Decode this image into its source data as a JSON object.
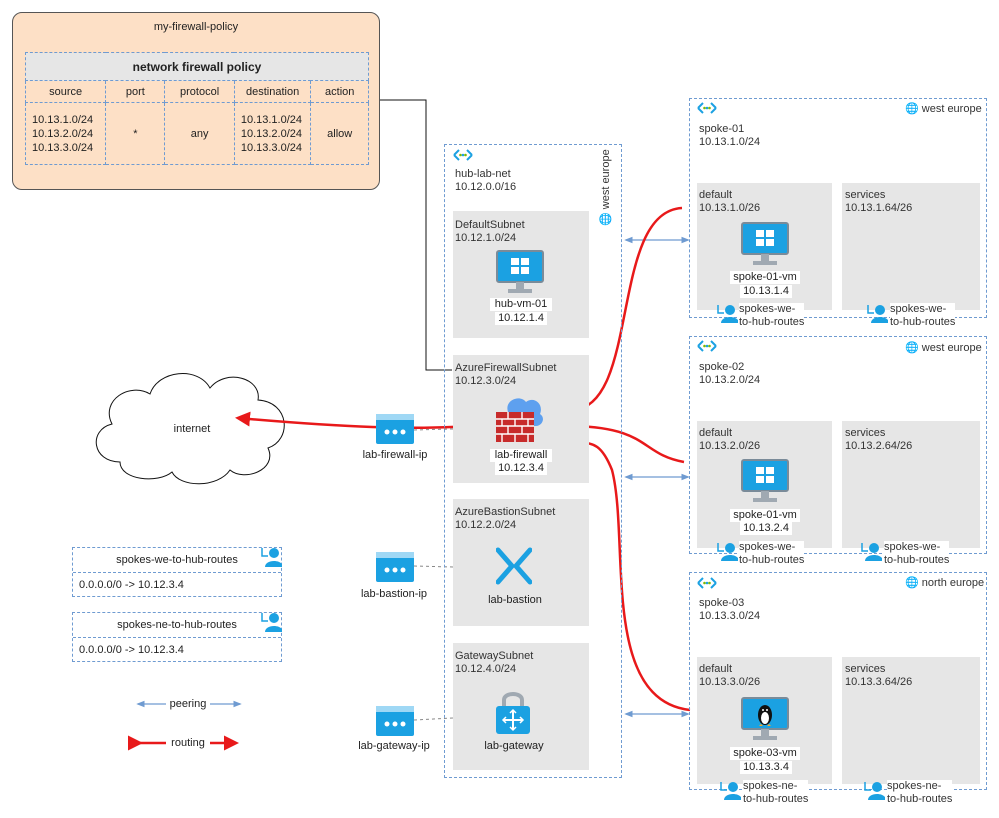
{
  "policy": {
    "title": "my-firewall-policy",
    "table_title": "network firewall policy",
    "columns": [
      "source",
      "port",
      "protocol",
      "destination",
      "action"
    ],
    "row": {
      "source": [
        "10.13.1.0/24",
        "10.13.2.0/24",
        "10.13.3.0/24"
      ],
      "port": "*",
      "protocol": "any",
      "destination": [
        "10.13.1.0/24",
        "10.13.2.0/24",
        "10.13.3.0/24"
      ],
      "action": "allow"
    }
  },
  "hub": {
    "name": "hub-lab-net",
    "cidr": "10.12.0.0/16",
    "region": "west europe",
    "subnets": {
      "default": {
        "name": "DefaultSubnet",
        "cidr": "10.12.1.0/24",
        "vm_name": "hub-vm-01",
        "vm_ip": "10.12.1.4"
      },
      "firewall": {
        "name": "AzureFirewallSubnet",
        "cidr": "10.12.3.0/24",
        "fw_name": "lab-firewall",
        "fw_ip": "10.12.3.4"
      },
      "bastion": {
        "name": "AzureBastionSubnet",
        "cidr": "10.12.2.0/24",
        "bastion_name": "lab-bastion"
      },
      "gateway": {
        "name": "GatewaySubnet",
        "cidr": "10.12.4.0/24",
        "gw_name": "lab-gateway"
      }
    }
  },
  "public_ips": {
    "firewall": "lab-firewall-ip",
    "bastion": "lab-bastion-ip",
    "gateway": "lab-gateway-ip"
  },
  "internet": "internet",
  "spokes": [
    {
      "name": "spoke-01",
      "cidr": "10.13.1.0/24",
      "region": "west europe",
      "default_name": "default",
      "default_cidr": "10.13.1.0/26",
      "services_name": "services",
      "services_cidr": "10.13.1.64/26",
      "vm_name": "spoke-01-vm",
      "vm_ip": "10.13.1.4",
      "route_a": [
        "spokes-we-",
        "to-hub-routes"
      ],
      "route_b": [
        "spokes-we-",
        "to-hub-routes"
      ]
    },
    {
      "name": "spoke-02",
      "cidr": "10.13.2.0/24",
      "region": "west europe",
      "default_name": "default",
      "default_cidr": "10.13.2.0/26",
      "services_name": "services",
      "services_cidr": "10.13.2.64/26",
      "vm_name": "spoke-01-vm",
      "vm_ip": "10.13.2.4",
      "route_a": [
        "spokes-we-",
        "to-hub-routes"
      ],
      "route_b": [
        "spokes-we-",
        "to-hub-routes"
      ]
    },
    {
      "name": "spoke-03",
      "cidr": "10.13.3.0/24",
      "region": "north europe",
      "default_name": "default",
      "default_cidr": "10.13.3.0/26",
      "services_name": "services",
      "services_cidr": "10.13.3.64/26",
      "vm_name": "spoke-03-vm",
      "vm_ip": "10.13.3.4",
      "route_a": [
        "spokes-ne-",
        "to-hub-routes"
      ],
      "route_b": [
        "spokes-ne-",
        "to-hub-routes"
      ]
    }
  ],
  "route_tables": [
    {
      "name": "spokes-we-to-hub-routes",
      "route": "0.0.0.0/0 -> 10.12.3.4"
    },
    {
      "name": "spokes-ne-to-hub-routes",
      "route": "0.0.0.0/0 -> 10.12.3.4"
    }
  ],
  "legend": {
    "peering": "peering",
    "routing": "routing"
  },
  "colors": {
    "routing": "#e8191a",
    "peering": "#6f9bd1",
    "policy_bg": "#fde0c6",
    "subnet_bg": "#e6e6e6",
    "azure_blue": "#1ba1e2"
  }
}
